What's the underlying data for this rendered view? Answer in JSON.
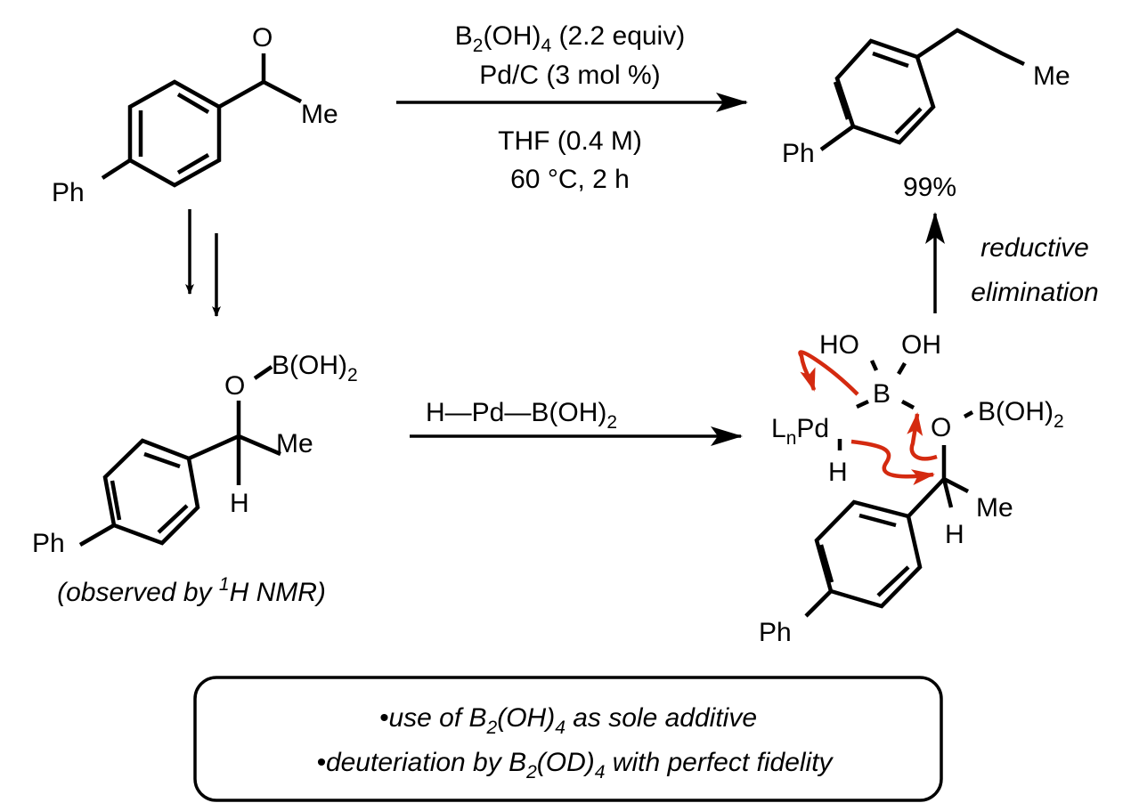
{
  "colors": {
    "ink": "#000000",
    "arrow_pushing": "#d42a10"
  },
  "starting_material": {
    "carbonyl_o": "O",
    "methyl": "Me",
    "phenyl": "Ph"
  },
  "conditions": {
    "reagent_b": "B",
    "reagent_sub2": "2",
    "reagent_oh": "(OH)",
    "reagent_sub4": "4",
    "reagent_equiv": " (2.2 equiv)",
    "catalyst": "Pd/C (3 mol %)",
    "solvent": "THF (0.4 M)",
    "temp_time": "60 °C, 2 h"
  },
  "product": {
    "methyl": "Me",
    "phenyl": "Ph",
    "yield": "99%"
  },
  "step_label": {
    "line1": "reductive",
    "line2": "elimination"
  },
  "borate_intermediate": {
    "oxygen": "O",
    "boryl": "B(OH)",
    "boryl_sub": "2",
    "methyl": "Me",
    "hydrogen": "H",
    "phenyl": "Ph",
    "note_open": "(observed by ",
    "note_sup": "1",
    "note_rest": "H NMR)"
  },
  "middle_arrow": {
    "label": "H—Pd—B(OH)",
    "label_sub": "2"
  },
  "pd_intermediate": {
    "ho": "HO",
    "oh": "OH",
    "boron": "B",
    "ligand_l": "L",
    "ligand_n": "n",
    "pd": "Pd",
    "pd_h": "H",
    "oxygen": "O",
    "boryl": "B(OH)",
    "boryl_sub": "2",
    "methyl": "Me",
    "hydrogen": "H",
    "phenyl": "Ph"
  },
  "summary": {
    "line1_a": "•use of B",
    "line1_sub": "2",
    "line1_b": "(OH)",
    "line1_sub2": "4",
    "line1_c": " as sole additive",
    "line2_a": "•deuteriation by B",
    "line2_sub": "2",
    "line2_b": "(OD)",
    "line2_sub2": "4",
    "line2_c": " with perfect fidelity"
  }
}
